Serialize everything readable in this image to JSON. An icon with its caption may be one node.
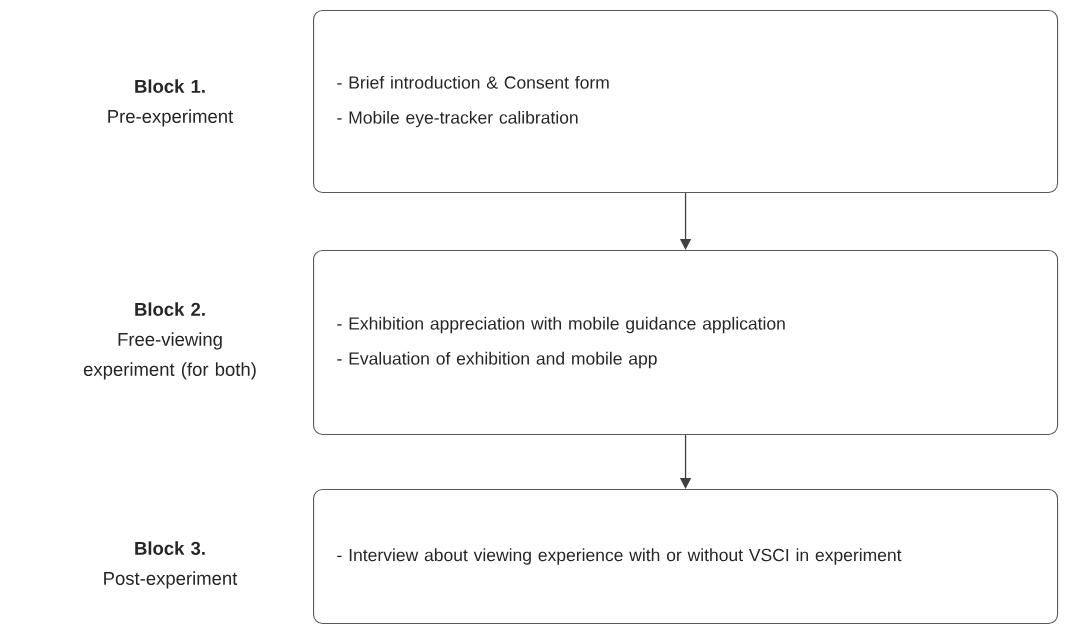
{
  "diagram": {
    "nodes": [
      {
        "text": [
          "- Brief introduction & Consent form",
          "- Mobile eye-tracker calibration"
        ],
        "beside": [
          "Block 1.",
          "Pre-experiment"
        ]
      },
      {
        "text": [
          "- Exhibition appreciation with mobile guidance application",
          "- Evaluation of exhibition and mobile app"
        ],
        "beside": [
          "Block 2.",
          "Free-viewing experiment (for both)"
        ]
      },
      {
        "text": [
          "- Interview about viewing experience with or without VSCI in experiment"
        ],
        "beside": [
          "Block 3.",
          "Post-experiment"
        ]
      }
    ],
    "edges": [
      {
        "from": 0,
        "to": 1,
        "arrow": "to"
      },
      {
        "from": 1,
        "to": 2,
        "arrow": "to"
      }
    ]
  }
}
